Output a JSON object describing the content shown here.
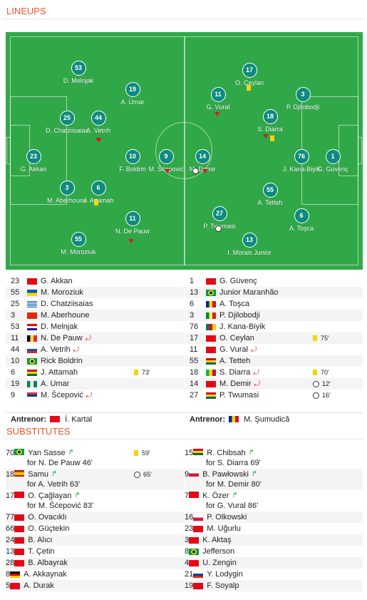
{
  "lineups_title": "LINEUPS",
  "substitutes_title": "SUBSTITUTES",
  "pitch": {
    "home": [
      {
        "num": "23",
        "name": "G. Akkan"
      },
      {
        "num": "53",
        "name": "D. Melnjak"
      },
      {
        "num": "25",
        "name": "D. Chatziisaias"
      },
      {
        "num": "44",
        "name": "A. Vetrih"
      },
      {
        "num": "3",
        "name": "M. Aberhoune"
      },
      {
        "num": "6",
        "name": "J. Attamah"
      },
      {
        "num": "55",
        "name": "M. Moroziuk"
      },
      {
        "num": "19",
        "name": "A. Umar"
      },
      {
        "num": "10",
        "name": "F. Boldrin"
      },
      {
        "num": "11",
        "name": "N. De Pauw"
      },
      {
        "num": "9",
        "name": "M. Šćepović"
      }
    ],
    "away": [
      {
        "num": "14",
        "name": "M. Demir"
      },
      {
        "num": "11",
        "name": "G. Vural"
      },
      {
        "num": "17",
        "name": "O. Ceylan"
      },
      {
        "num": "18",
        "name": "S. Diarra"
      },
      {
        "num": "3",
        "name": "P. Djilobodji"
      },
      {
        "num": "76",
        "name": "J. Kana-Biyik"
      },
      {
        "num": "1",
        "name": "G. Güvenç"
      },
      {
        "num": "55",
        "name": "A. Tetteh"
      },
      {
        "num": "6",
        "name": "A. Toşca"
      },
      {
        "num": "27",
        "name": "P. Twumasi"
      },
      {
        "num": "13",
        "name": "I. Morais Junior"
      }
    ]
  },
  "home_list": [
    {
      "num": "23",
      "name": "G. Akkan",
      "flag": "tr"
    },
    {
      "num": "55",
      "name": "M. Moroziuk",
      "flag": "ua"
    },
    {
      "num": "25",
      "name": "D. Chatziisaias",
      "flag": "gr"
    },
    {
      "num": "3",
      "name": "M. Aberhoune",
      "flag": "cn"
    },
    {
      "num": "53",
      "name": "D. Melnjak",
      "flag": "hr"
    },
    {
      "num": "11",
      "name": "N. De Pauw",
      "flag": "be",
      "sub": true
    },
    {
      "num": "44",
      "name": "A. Vetrih",
      "flag": "si",
      "sub": true
    },
    {
      "num": "10",
      "name": "Rick Boldrin",
      "flag": "br"
    },
    {
      "num": "6",
      "name": "J. Attamah",
      "flag": "gh",
      "yellow": "73'"
    },
    {
      "num": "19",
      "name": "A. Umar",
      "flag": "ng"
    },
    {
      "num": "9",
      "name": "M. Šćepović",
      "flag": "rs",
      "sub": true
    }
  ],
  "away_list": [
    {
      "num": "1",
      "name": "G. Güvenç",
      "flag": "tr"
    },
    {
      "num": "13",
      "name": "Junior Maranhão",
      "flag": "br"
    },
    {
      "num": "6",
      "name": "A. Toşca",
      "flag": "ro"
    },
    {
      "num": "3",
      "name": "P. Djilobodji",
      "flag": "sn"
    },
    {
      "num": "76",
      "name": "J. Kana-Biyik",
      "flag": "cm"
    },
    {
      "num": "17",
      "name": "O. Ceylan",
      "flag": "tr",
      "yellow": "75'"
    },
    {
      "num": "11",
      "name": "G. Vural",
      "flag": "tr",
      "sub": true
    },
    {
      "num": "55",
      "name": "A. Tetteh",
      "flag": "gh"
    },
    {
      "num": "18",
      "name": "S. Diarra",
      "flag": "ml",
      "sub": true,
      "yellow": "70'"
    },
    {
      "num": "14",
      "name": "M. Demir",
      "flag": "tr",
      "sub": true,
      "goal": "12'"
    },
    {
      "num": "27",
      "name": "P. Twumasi",
      "flag": "gh",
      "goal": "16'"
    }
  ],
  "home_coach": {
    "label": "Antrenor:",
    "name": "İ. Kartal",
    "flag": "tr"
  },
  "away_coach": {
    "label": "Antrenor:",
    "name": "M. Şumudică",
    "flag": "ro"
  },
  "home_subs": [
    {
      "num": "70",
      "name": "Yan Sasse",
      "flag": "br",
      "for": "for N. De Pauw 46'",
      "yellow": "59'"
    },
    {
      "num": "18",
      "name": "Samu",
      "flag": "es",
      "for": "for A. Vetrih 63'",
      "goal": "65'"
    },
    {
      "num": "17",
      "name": "O. Çağlayan",
      "flag": "tr",
      "for": "for M. Šćepović 83'"
    },
    {
      "num": "77",
      "name": "O. Ovacıklı",
      "flag": "tr"
    },
    {
      "num": "66",
      "name": "O. Güçtekin",
      "flag": "tr"
    },
    {
      "num": "24",
      "name": "B. Alıcı",
      "flag": "tr"
    },
    {
      "num": "13",
      "name": "T. Çetin",
      "flag": "tr"
    },
    {
      "num": "28",
      "name": "B. Albayrak",
      "flag": "tr"
    },
    {
      "num": "8",
      "name": "A. Akkaynak",
      "flag": "de"
    },
    {
      "num": "5",
      "name": "A. Durak",
      "flag": "tr"
    }
  ],
  "away_subs": [
    {
      "num": "15",
      "name": "R. Chibsah",
      "flag": "gh",
      "for": "for S. Diarra 69'"
    },
    {
      "num": "9",
      "name": "B. Pawłowski",
      "flag": "pl",
      "for": "for M. Demir 80'"
    },
    {
      "num": "7",
      "name": "K. Özer",
      "flag": "tr",
      "for": "for G. Vural 86'"
    },
    {
      "num": "16",
      "name": "P. Olkowski",
      "flag": "pl"
    },
    {
      "num": "23",
      "name": "M. Uğurlu",
      "flag": "tr"
    },
    {
      "num": "3",
      "name": "K. Aktaş",
      "flag": "tr"
    },
    {
      "num": "8",
      "name": "Jefferson",
      "flag": "br"
    },
    {
      "num": "4",
      "name": "U. Zengin",
      "flag": "tr"
    },
    {
      "num": "21",
      "name": "Y. Lodygin",
      "flag": "ru"
    },
    {
      "num": "19",
      "name": "F. Soyalp",
      "flag": "tr"
    }
  ]
}
